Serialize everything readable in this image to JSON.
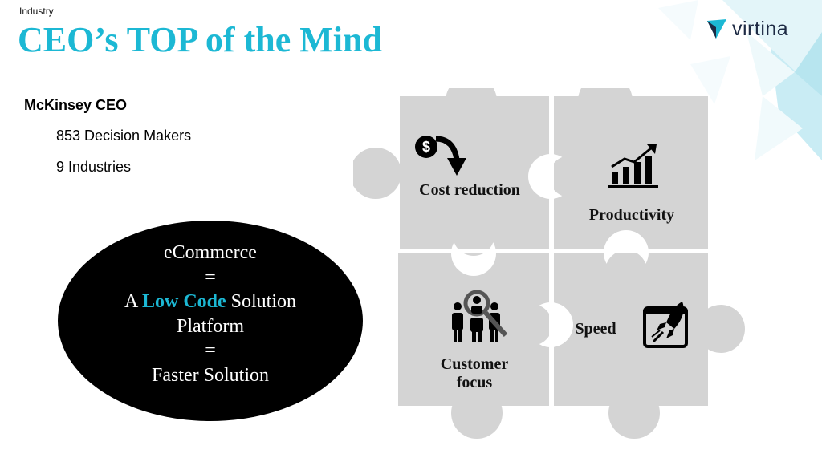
{
  "header": {
    "tag": "Industry",
    "title": "CEO’s TOP of the Mind"
  },
  "brand": {
    "name": "virtina",
    "mark_color": "#1cb8d4"
  },
  "survey": {
    "source": "McKinsey CEO",
    "details": [
      "853 Decision Makers",
      "9 Industries"
    ]
  },
  "equation": {
    "line1": "eCommerce",
    "eq1": "=",
    "line2_prefix": "A ",
    "line2_accent": "Low Code",
    "line2_suffix": " Solution",
    "line3": "Platform",
    "eq2": "=",
    "line4": "Faster Solution"
  },
  "puzzle": {
    "color": "#d4d4d4",
    "pieces": [
      {
        "label": "Cost reduction",
        "icon": "dollar-down-arrow-icon"
      },
      {
        "label": "Productivity",
        "icon": "growth-chart-icon"
      },
      {
        "label": "Customer",
        "label2": "focus",
        "icon": "customer-search-icon"
      },
      {
        "label": "Speed",
        "icon": "rocket-icon"
      }
    ]
  },
  "colors": {
    "accent": "#1cb8d4",
    "oval": "#000000",
    "text": "#111111"
  }
}
